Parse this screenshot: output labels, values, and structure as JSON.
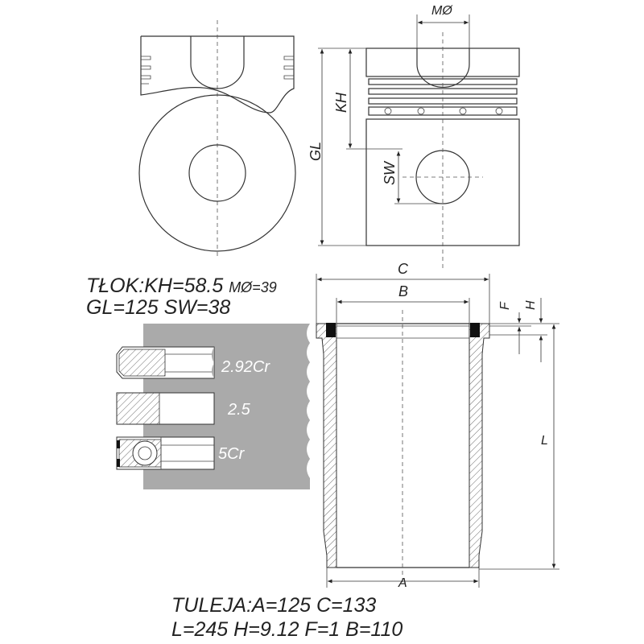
{
  "piston": {
    "labels": {
      "mo": "MØ",
      "kh": "KH",
      "gl": "GL",
      "sw": "SW"
    },
    "spec_line1_prefix": "TŁOK:KH=58.5 ",
    "spec_line1_mo": "MØ=39",
    "spec_line2": "GL=125 SW=38"
  },
  "rings": [
    {
      "label": "2.92Cr"
    },
    {
      "label": "2.5"
    },
    {
      "label": "5Cr"
    }
  ],
  "liner": {
    "labels": {
      "c": "C",
      "b": "B",
      "f": "F",
      "h": "H",
      "l": "L",
      "a": "A"
    },
    "spec_line1": "TULEJA:A=125 C=133",
    "spec_line2": "L=245 H=9.12 F=1 B=110"
  },
  "colors": {
    "panel": "#aaaaaa",
    "line": "#333333"
  }
}
